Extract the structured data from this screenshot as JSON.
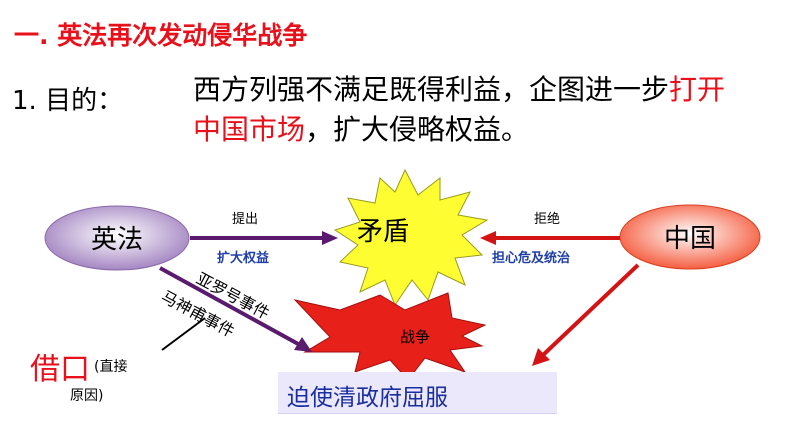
{
  "title": "一. 英法再次发动侵华战争",
  "purpose": {
    "label": "1. 目的：",
    "line1_black": "西方列强不满足既得利益，企图进一步",
    "line1_red": "打开",
    "line2_red": "中国市场",
    "line2_black": "，扩大侵略权益。"
  },
  "diagram": {
    "left_node": "英法",
    "right_node": "中国",
    "center_node": "矛盾",
    "war_node": "战争",
    "left_arrow_top": "提出",
    "left_arrow_bottom": "扩大权益",
    "right_arrow_top": "拒绝",
    "right_arrow_bottom": "担心危及统治",
    "incident_1": "亚罗号事件",
    "incident_2": "马神甫事件",
    "excuse_main": "借口",
    "excuse_sub_1": "(直接",
    "excuse_sub_2": "原因)",
    "result": "迫使清政府屈服"
  },
  "colors": {
    "accent_red": "#e8101a",
    "arrow_purple": "#5a1a6e",
    "arrow_red": "#d41414",
    "star_yellow": "#fdfd32",
    "burst_red": "#e8201a",
    "text_blue": "#1f3ea8",
    "result_bg": "#ece8fb"
  }
}
